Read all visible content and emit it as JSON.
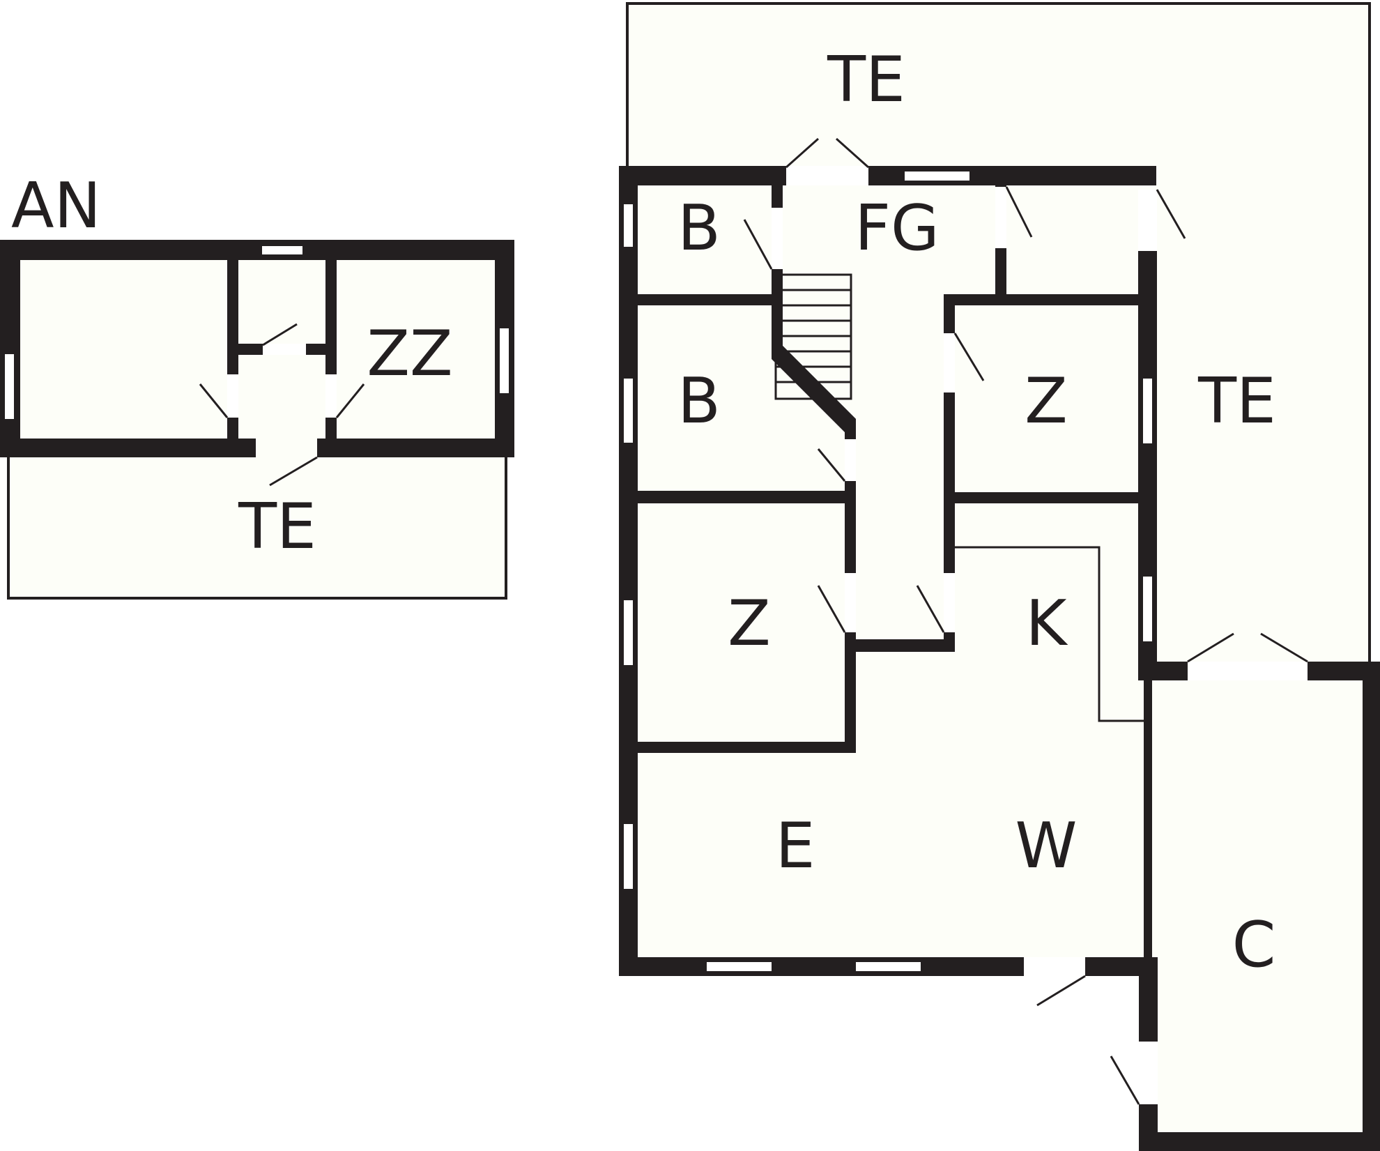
{
  "plan": {
    "annex": {
      "title": "AN",
      "rooms": {
        "storage": "ZZ",
        "terrace": "TE"
      }
    },
    "house": {
      "rooms": {
        "terrace_top": "TE",
        "hall": "FG",
        "bath_top": "B",
        "bath_mid": "B",
        "room_right": "Z",
        "terrace_right": "TE",
        "room_left": "Z",
        "kitchen": "K",
        "dining": "E",
        "living": "W",
        "carport": "C"
      }
    }
  }
}
